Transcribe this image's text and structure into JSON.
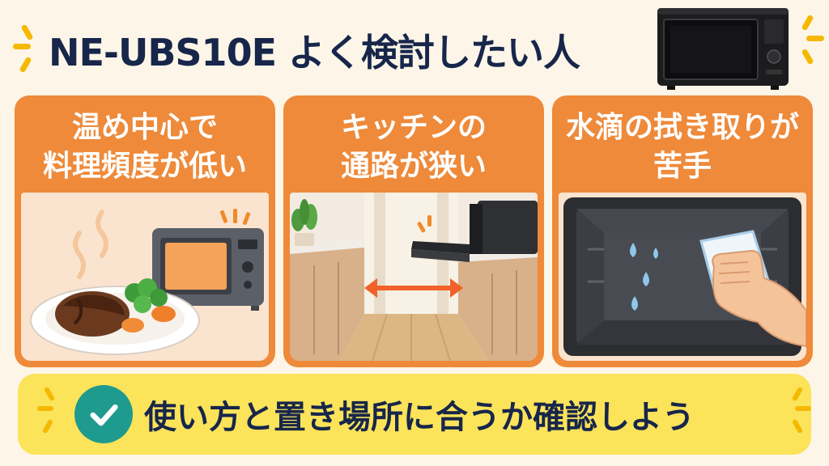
{
  "header": {
    "title": "NE-UBS10E よく検討したい人"
  },
  "cards": [
    {
      "lines": [
        "温め中心で",
        "料理頻度が低い"
      ],
      "illustration": "microwave-with-hamburg-plate"
    },
    {
      "lines": [
        "キッチンの",
        "通路が狭い"
      ],
      "illustration": "narrow-kitchen-aisle-with-open-oven"
    },
    {
      "lines": [
        "水滴の拭き取りが",
        "苦手"
      ],
      "illustration": "wiping-water-drops-inside-oven"
    }
  ],
  "banner": {
    "text": "使い方と置き場所に合うか確認しよう",
    "icon": "check-icon"
  },
  "colors": {
    "background": "#fdf6e8",
    "title": "#17264a",
    "card": "#ee8a3a",
    "banner": "#fbe35a",
    "check": "#1f9a8e",
    "accent": "#f5b800"
  }
}
